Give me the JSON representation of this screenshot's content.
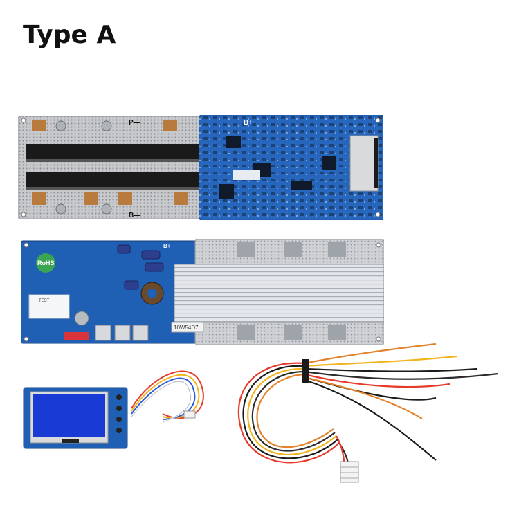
{
  "title": "Type A",
  "board1": {
    "label_p": "P—",
    "label_b_top": "B+",
    "label_b_bottom": "B—"
  },
  "board2": {
    "rohs": "RoHS",
    "label_b": "B+",
    "label_test": "TEST",
    "sticker": "10W54D7"
  },
  "colors": {
    "pcb_blue": "#1f5fb4",
    "heatsink": "#d9dce0",
    "lcd": "#1a3ad6"
  }
}
